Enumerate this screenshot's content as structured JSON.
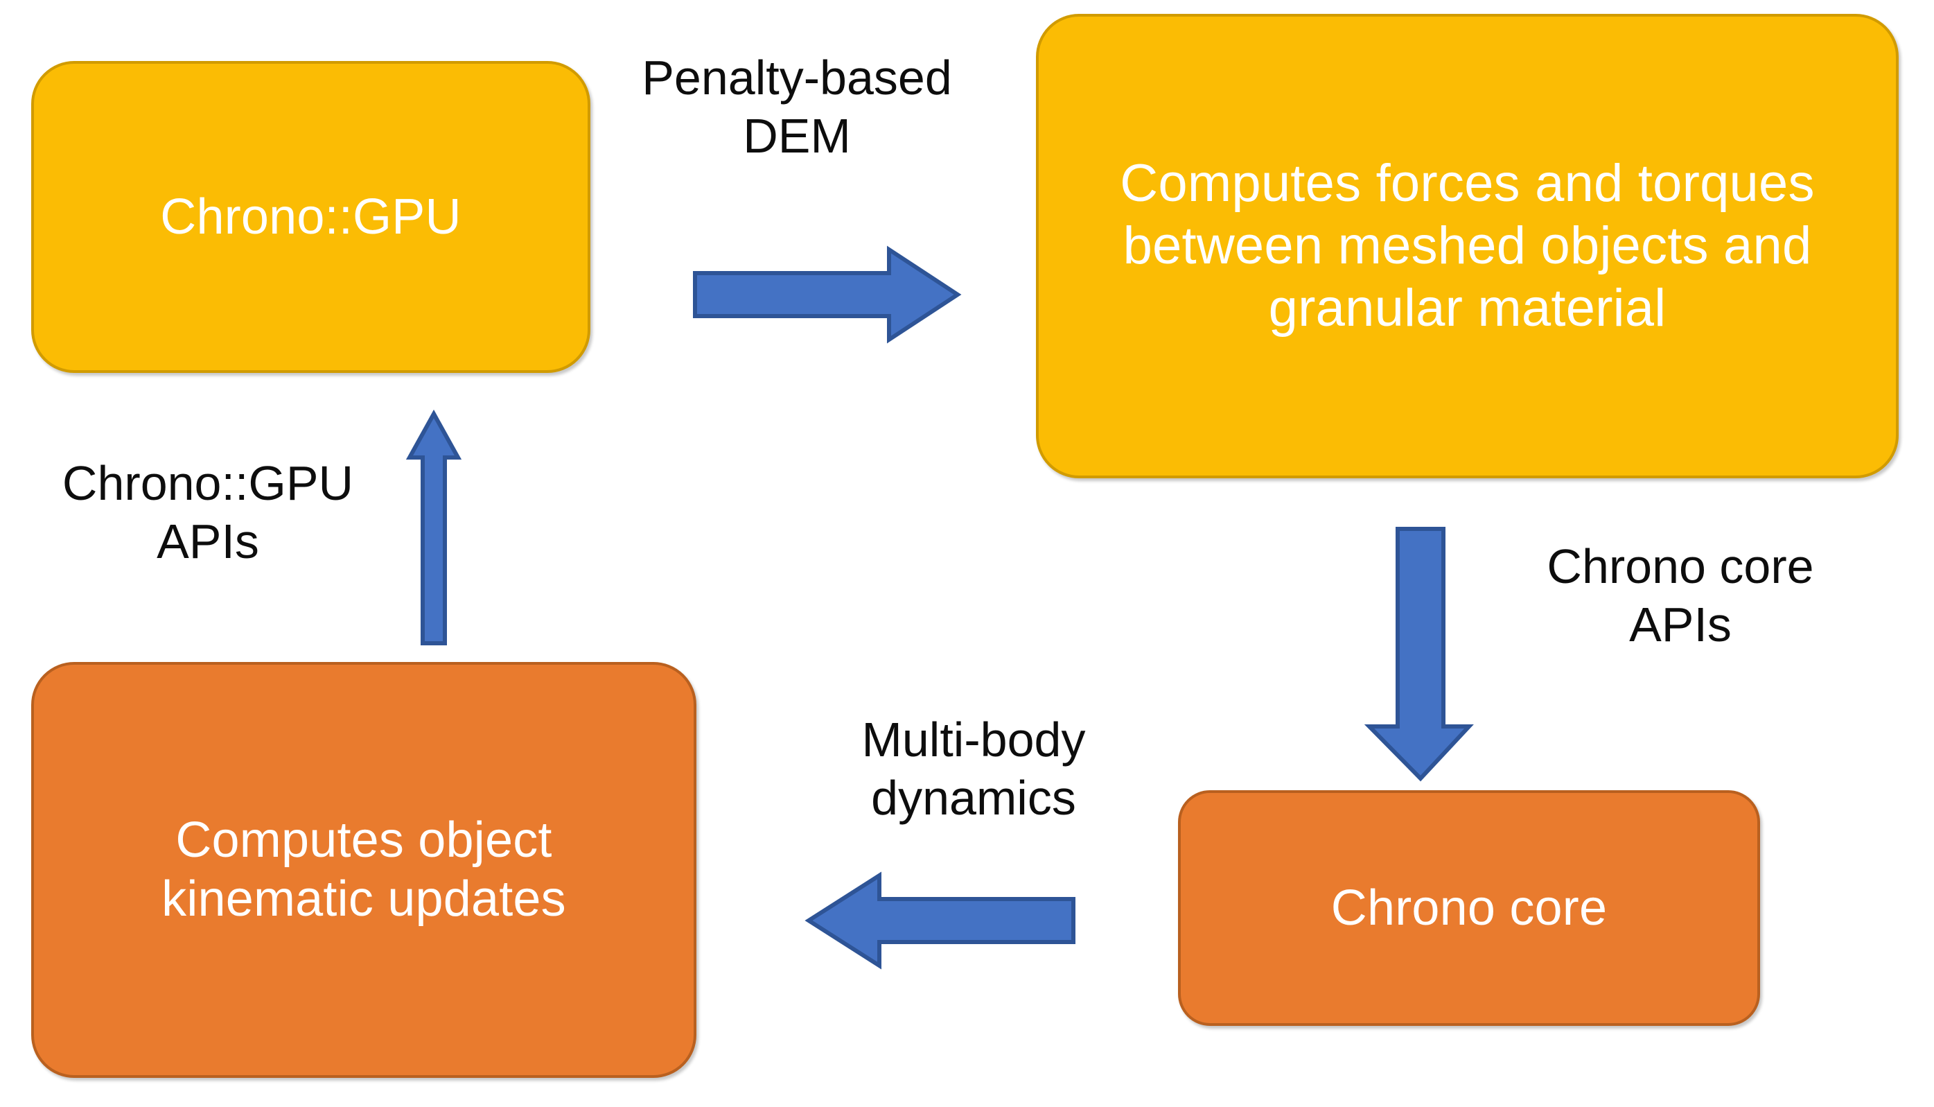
{
  "diagram": {
    "title": "Chrono::GPU and Chrono core co-simulation loop",
    "background_color": "#FFFFFF",
    "palette": {
      "node_yellow_fill": "#FBBC04",
      "node_yellow_border": "#D19B00",
      "node_orange_fill": "#E97B2E",
      "node_orange_border": "#B9601F",
      "arrow_fill": "#4472C4",
      "arrow_border": "#2E5496",
      "node_text": "#FFFFFF",
      "edge_label_text": "#0D0D0D"
    },
    "nodes": [
      {
        "id": "chrono-gpu",
        "label": "Chrono::GPU",
        "fill": "#FBBC04",
        "text_color": "#FFFFFF",
        "position": "top-left"
      },
      {
        "id": "computes-forces",
        "label": "Computes forces and torques between meshed objects and granular material",
        "fill": "#FBBC04",
        "text_color": "#FFFFFF",
        "position": "top-right"
      },
      {
        "id": "kinematic-updates",
        "label": "Computes object kinematic updates",
        "fill": "#E97B2E",
        "text_color": "#FFFFFF",
        "position": "bottom-left"
      },
      {
        "id": "chrono-core",
        "label": "Chrono core",
        "fill": "#E97B2E",
        "text_color": "#FFFFFF",
        "position": "bottom-right"
      }
    ],
    "edges": [
      {
        "id": "gpu-to-forces",
        "label": "Penalty-based\nDEM",
        "direction": "right",
        "from": "chrono-gpu",
        "to": "computes-forces",
        "color": "#4472C4"
      },
      {
        "id": "forces-to-core",
        "label": "Chrono core\nAPIs",
        "direction": "down",
        "from": "computes-forces",
        "to": "chrono-core",
        "color": "#4472C4"
      },
      {
        "id": "core-to-kinematic",
        "label": "Multi-body\ndynamics",
        "direction": "left",
        "from": "chrono-core",
        "to": "kinematic-updates",
        "color": "#4472C4"
      },
      {
        "id": "kinematic-to-gpu",
        "label": "Chrono::GPU\nAPIs",
        "direction": "up",
        "from": "kinematic-updates",
        "to": "chrono-gpu",
        "color": "#4472C4"
      }
    ]
  }
}
